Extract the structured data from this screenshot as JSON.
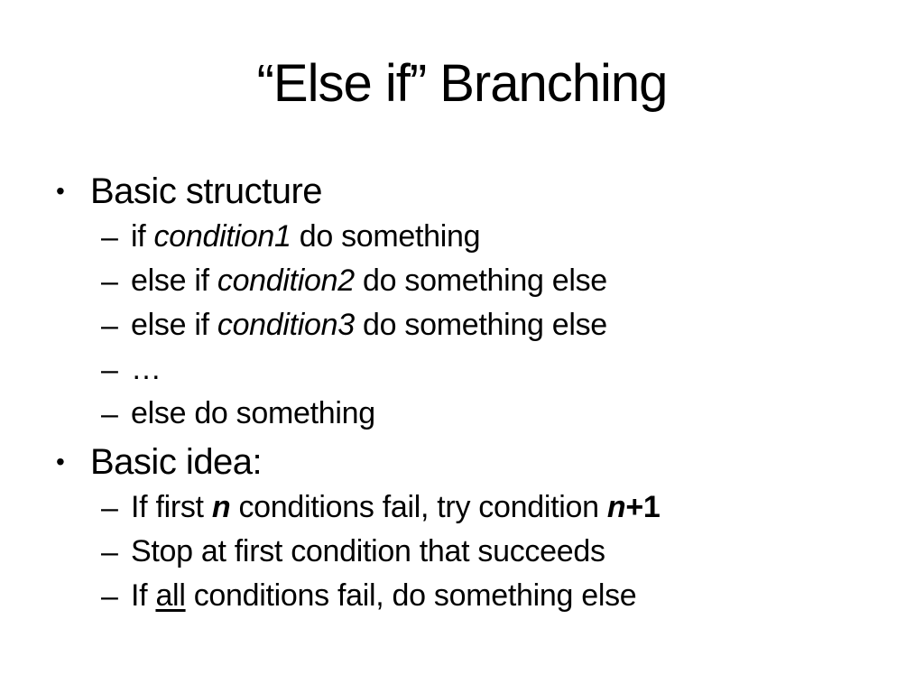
{
  "slide": {
    "title": "“Else if” Branching",
    "background_color": "#ffffff",
    "text_color": "#000000",
    "bullets": [
      {
        "level": 1,
        "marker": "•",
        "segments": [
          {
            "text": "Basic structure",
            "style": "normal"
          }
        ]
      },
      {
        "level": 2,
        "marker": "–",
        "segments": [
          {
            "text": "if ",
            "style": "normal"
          },
          {
            "text": "condition1",
            "style": "italic"
          },
          {
            "text": " do something",
            "style": "normal"
          }
        ]
      },
      {
        "level": 2,
        "marker": "–",
        "segments": [
          {
            "text": "else if ",
            "style": "normal"
          },
          {
            "text": "condition2",
            "style": "italic"
          },
          {
            "text": " do something else",
            "style": "normal"
          }
        ]
      },
      {
        "level": 2,
        "marker": "–",
        "segments": [
          {
            "text": "else if ",
            "style": "normal"
          },
          {
            "text": "condition3",
            "style": "italic"
          },
          {
            "text": " do something else",
            "style": "normal"
          }
        ]
      },
      {
        "level": 2,
        "marker": "–",
        "segments": [
          {
            "text": "…",
            "style": "normal"
          }
        ]
      },
      {
        "level": 2,
        "marker": "–",
        "segments": [
          {
            "text": "else do something",
            "style": "normal"
          }
        ]
      },
      {
        "level": 1,
        "marker": "•",
        "segments": [
          {
            "text": "Basic idea:",
            "style": "normal"
          }
        ]
      },
      {
        "level": 2,
        "marker": "–",
        "segments": [
          {
            "text": "If first ",
            "style": "normal"
          },
          {
            "text": "n",
            "style": "bold-italic"
          },
          {
            "text": " conditions fail, try condition ",
            "style": "normal"
          },
          {
            "text": "n",
            "style": "bold-italic"
          },
          {
            "text": "+1",
            "style": "bold"
          }
        ]
      },
      {
        "level": 2,
        "marker": "–",
        "segments": [
          {
            "text": "Stop at first condition that succeeds",
            "style": "normal"
          }
        ]
      },
      {
        "level": 2,
        "marker": "–",
        "segments": [
          {
            "text": "If ",
            "style": "normal"
          },
          {
            "text": "all",
            "style": "underline"
          },
          {
            "text": " conditions fail, do something else",
            "style": "normal"
          }
        ]
      }
    ]
  }
}
